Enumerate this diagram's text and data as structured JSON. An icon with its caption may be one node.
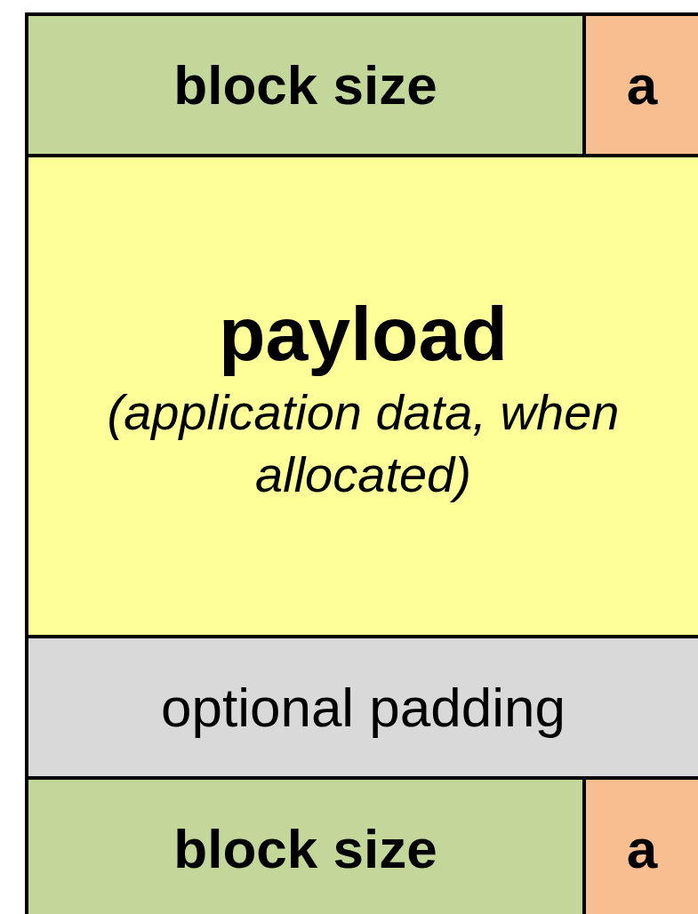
{
  "diagram": {
    "nodes": [
      {
        "text": [
          "block size"
        ]
      },
      {
        "text": [
          "a"
        ]
      },
      {
        "text": [
          "payload",
          "(application data, when allocated)"
        ]
      },
      {
        "text": [
          "optional padding"
        ]
      },
      {
        "text": [
          "block size"
        ]
      },
      {
        "text": [
          "a"
        ]
      }
    ]
  }
}
